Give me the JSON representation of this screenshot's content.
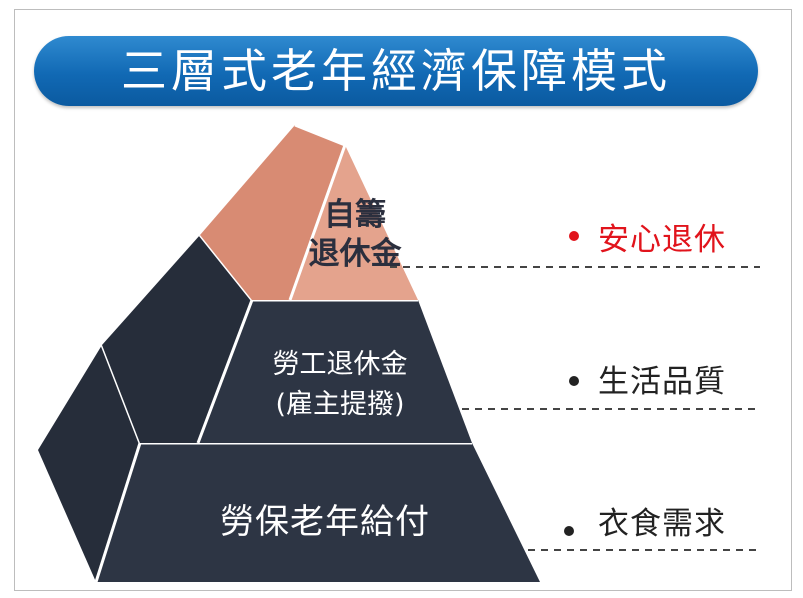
{
  "title": "三層式老年經濟保障模式",
  "tiers": [
    {
      "line1": "自籌",
      "line2": "退休金",
      "level": "安心退休"
    },
    {
      "line1": "勞工退休金",
      "line2": "(雇主提撥)",
      "level": "生活品質"
    },
    {
      "line1": "勞保老年給付",
      "level": "衣食需求"
    }
  ],
  "colors": {
    "title_banner": "#1169b4",
    "top_tier": "#df9a84",
    "tier_face": "#2d3544",
    "highlight_text": "#e1141c",
    "level_text": "#222222"
  }
}
